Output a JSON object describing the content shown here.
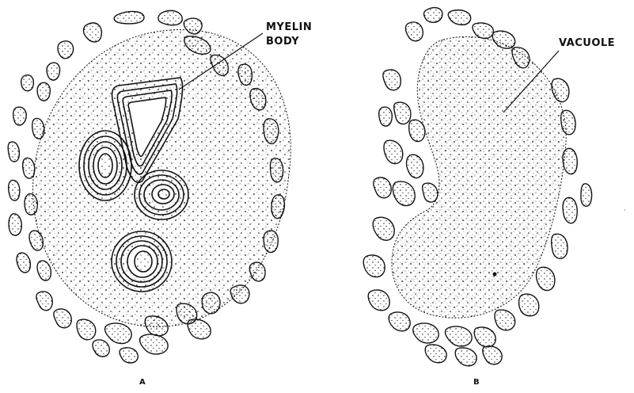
{
  "figure": {
    "panel_a": {
      "caption": "A",
      "label_line1": "MYELIN",
      "label_line2": "BODY"
    },
    "panel_b": {
      "caption": "B",
      "label": "VACUOLE"
    }
  },
  "colors": {
    "ink": "#111111",
    "background": "#ffffff"
  }
}
